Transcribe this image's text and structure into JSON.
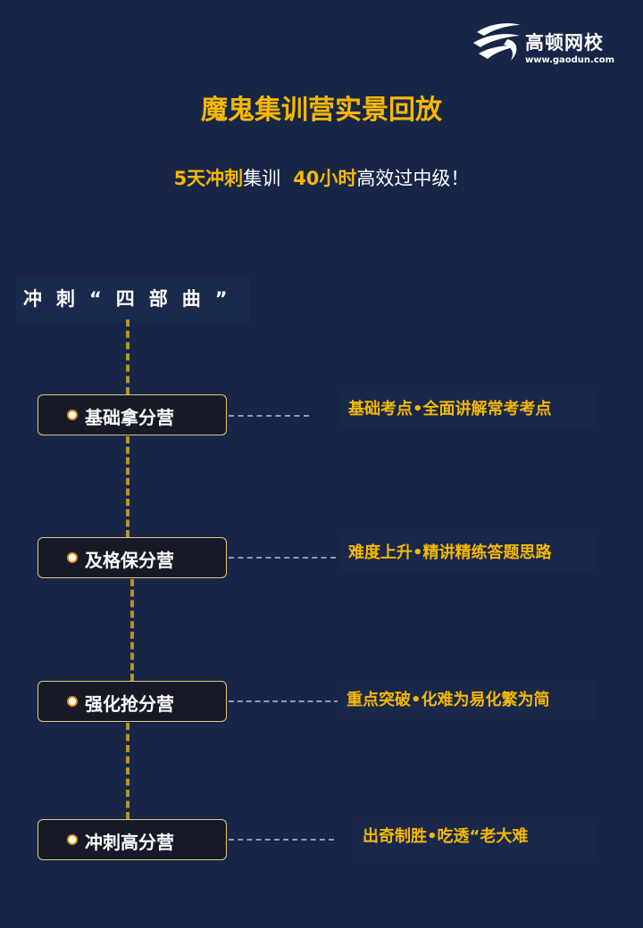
{
  "logo": {
    "name": "高顿网校",
    "url": "www.gaodun.com",
    "icon": "gaodun-swoosh-logo"
  },
  "headline": "魔鬼集训营实景回放",
  "subline": {
    "part1_highlight": "5天冲刺",
    "part1_text": "集训",
    "part2_highlight": "40小时",
    "part2_text": "高效过中级！"
  },
  "section_label": "冲刺“四部曲”",
  "stages": [
    {
      "name": "基础拿分营",
      "description": "基础考点•全面讲解常考考点"
    },
    {
      "name": "及格保分营",
      "description": "难度上升•精讲精练答题思路"
    },
    {
      "name": "强化抢分营",
      "description": "重点突破•化难为易化繁为简"
    },
    {
      "name": "冲刺高分营",
      "description": "出奇制胜•吃透“老大难"
    }
  ],
  "colors": {
    "background": "#172646",
    "accent": "#f5b800",
    "stage_border": "#e3c87c",
    "connector": "#b89228"
  }
}
